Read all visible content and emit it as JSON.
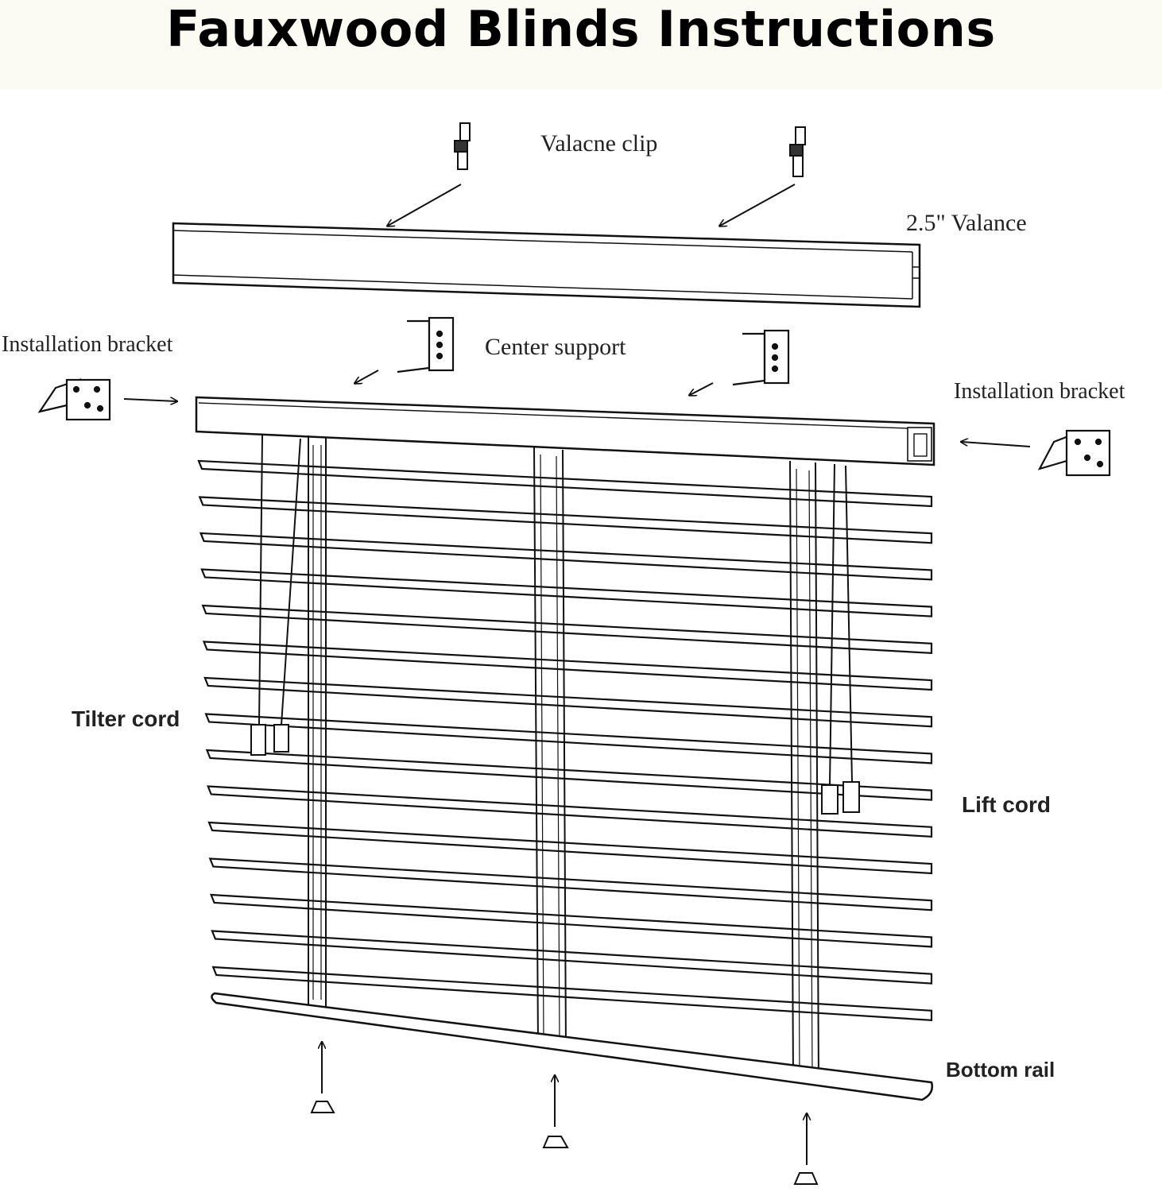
{
  "title": "Fauxwood Blinds Instructions",
  "labels": {
    "valance_clip": "Valacne clip",
    "valance": "2.5\" Valance",
    "installation_bracket_left": "Installation bracket",
    "center_support": "Center support",
    "installation_bracket_right": "Installation bracket",
    "tilter_cord": "Tilter cord",
    "lift_cord": "Lift cord",
    "bottom_rail": "Bottom rail"
  },
  "colors": {
    "line": "#111111",
    "header_bg": "#fbfbf4"
  }
}
